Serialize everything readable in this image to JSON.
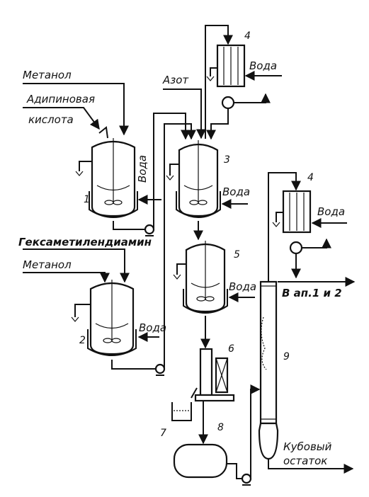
{
  "labels": {
    "methanol_1": "Метанол",
    "adipic_1": "Адипиновая",
    "adipic_2": "кислота",
    "nitrogen": "Азот",
    "water_r1": "Вода",
    "water_r3": "Вода",
    "water_c4_top": "Вода",
    "water_c4_right": "Вода",
    "water_r5": "Вода",
    "water_r2": "Вода",
    "hexamethylenediamine": "Гексаметилендиамин",
    "methanol_2": "Метанол",
    "to_apparatus": "В ап.1 и 2",
    "residue_1": "Кубовый",
    "residue_2": "остаток"
  },
  "numbers": {
    "n1": "1",
    "n2": "2",
    "n3": "3",
    "n4a": "4",
    "n4b": "4",
    "n5": "5",
    "n6": "6",
    "n7": "7",
    "n8": "8",
    "n9": "9"
  }
}
